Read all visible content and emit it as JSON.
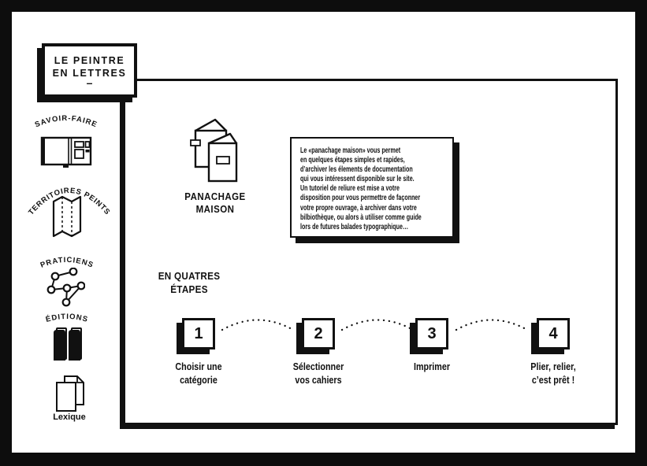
{
  "colors": {
    "ink": "#111111",
    "paper": "#ffffff"
  },
  "logo": {
    "line1": "LE PEINTRE",
    "line2": "EN LETTRES",
    "dash": "–"
  },
  "sidebar": {
    "items": [
      {
        "label": "SAVOIR-FAIRE",
        "icon": "open-book-machine-icon"
      },
      {
        "label": "TERRITOIRES PEINTS",
        "icon": "folded-map-icon"
      },
      {
        "label": "PRATICIENS",
        "icon": "network-graph-icon"
      },
      {
        "label": "ÉDITIONS",
        "icon": "books-icon"
      },
      {
        "label": "Lexique",
        "icon": "stacked-pages-icon"
      }
    ]
  },
  "main": {
    "feature": {
      "icon": "booklets-icon",
      "title_line1": "PANACHAGE",
      "title_line2": "MAISON"
    },
    "description": {
      "lines": [
        "Le «panachage maison» vous permet",
        "en quelques étapes simples et rapides,",
        "d’archiver les élements de documentation",
        "qui vous intéressent disponible sur le site.",
        "Un tutoriel de reliure est mise a votre",
        "disposition pour vous permettre de façonner",
        "votre propre ouvrage, à archiver dans votre",
        "bilbiothèque, ou alors à utiliser comme guide",
        "lors de futures balades typographique…"
      ]
    },
    "steps_heading": {
      "line1": "EN QUATRES",
      "line2": "ÉTAPES"
    },
    "steps": [
      {
        "number": "1",
        "label_line1": "Choisir une",
        "label_line2": "catégorie"
      },
      {
        "number": "2",
        "label_line1": "Sélectionner",
        "label_line2": "vos cahiers"
      },
      {
        "number": "3",
        "label_line1": "Imprimer",
        "label_line2": ""
      },
      {
        "number": "4",
        "label_line1": "Plier, relier,",
        "label_line2": "c’est prêt !"
      }
    ]
  }
}
